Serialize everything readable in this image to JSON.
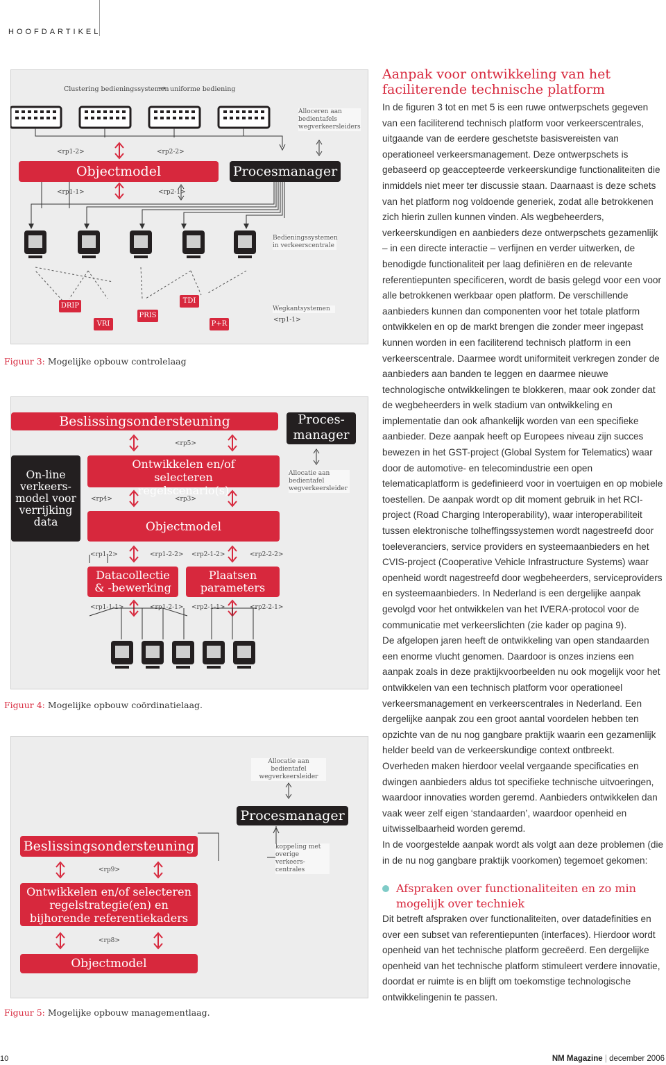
{
  "header": {
    "section_label": "HOOFDARTIKEL"
  },
  "fig3": {
    "clustering_label": "Clustering bedieningssystemen",
    "uniform_label": "uniforme bediening",
    "alloceren_note": "Alloceren aan bedientafels wegverkeersleiders",
    "objectmodel": "Objectmodel",
    "procesmanager": "Procesmanager",
    "rp1_2": "<rp1-2>",
    "rp2_2": "<rp2-2>",
    "rp1_1": "<rp1-1>",
    "rp2_1": "<rp2-1>",
    "bediening_note": "Bedieningssystemen in verkeerscentrale",
    "wegkant_note": "Wegkantsystemen",
    "wegkant_rp": "<rp1-1>",
    "badges": {
      "drip": "DRIP",
      "vri": "VRI",
      "pris": "PRIS",
      "tdi": "TDI",
      "pr": "P+R"
    },
    "caption_prefix": "Figuur 3:",
    "caption_text": "Mogelijke opbouw controlelaag"
  },
  "fig4": {
    "beslissing": "Beslissingsondersteuning",
    "procesmanager": "Proces-manager",
    "allocatie_note": "Allocatie aan bedientafel wegverkeersleider",
    "online_model": "On-line verkeers-model voor verrijking data",
    "rp5": "<rp5>",
    "ontwikkelen": "Ontwikkelen en/of selecteren regelscenario(s)",
    "rp4": "<rp4>",
    "rp3": "<rp3>",
    "objectmodel": "Objectmodel",
    "rp1_2_top": "<rp1-2>",
    "rp1_2_2": "<rp1-2-2>",
    "rp2_1_2": "<rp2-1-2>",
    "rp2_2_2": "<rp2-2-2>",
    "datacollectie": "Datacollectie & -bewerking",
    "plaatsen": "Plaatsen parameters",
    "rp1_1_1": "<rp1-1-1>",
    "rp1_2_1": "<rp1-2-1>",
    "rp2_1_1": "<rp2-1-1>",
    "rp2_2_1": "<rp2-2-1>",
    "caption_prefix": "Figuur 4:",
    "caption_text": "Mogelijke opbouw coördinatielaag."
  },
  "fig5": {
    "allocatie_note": "Allocatie aan bedientafel wegverkeersleider",
    "procesmanager": "Procesmanager",
    "koppeling_note": "koppeling met overige verkeers-centrales",
    "beslissing": "Beslissingsondersteuning",
    "rp9": "<rp9>",
    "ontwikkelen": "Ontwikkelen en/of selecteren regelstrategie(en) en bijhorende referentiekaders",
    "rp8": "<rp8>",
    "objectmodel": "Objectmodel",
    "caption_prefix": "Figuur 5:",
    "caption_text": "Mogelijke opbouw managementlaag."
  },
  "article": {
    "heading": "Aanpak voor ontwikkeling van het faciliterende technische platform",
    "paragraphs": [
      "In de figuren 3 tot en met 5 is een ruwe ontwerpschets gegeven van een faciliterend technisch platform voor verkeerscentrales, uitgaande van de eerdere geschetste basisvereisten van operationeel verkeersmanagement. Deze ontwerpschets is gebaseerd op geaccepteerde verkeerskundige functionaliteiten die inmiddels niet meer ter discussie staan. Daarnaast is deze schets van het platform nog voldoende generiek, zodat alle betrokkenen zich hierin zullen kunnen vinden. Als wegbeheerders, verkeerskundigen en aanbieders deze ontwerpschets gezamenlijk – in een directe interactie – verfijnen en verder uitwerken, de benodigde functionaliteit per laag definiëren en de relevante referentiepunten specificeren, wordt de basis gelegd voor een voor alle betrokkenen werkbaar open platform. De verschillende aanbieders kunnen dan componenten voor het totale platform ontwikkelen en op de markt brengen die zonder meer ingepast kunnen worden in een faciliterend technisch platform in een verkeerscentrale. Daarmee wordt uniformiteit verkregen zonder de aanbieders aan banden te leggen en daarmee nieuwe technologische ontwikkelingen te blokkeren, maar ook zonder dat de wegbeheerders in welk stadium van ontwikkeling en implementatie dan ook afhankelijk worden van een specifieke aanbieder. Deze aanpak heeft op Europees niveau zijn succes bewezen in het GST-project (Global System for Telematics) waar door de automotive- en telecomindustrie een open telematicaplatform is gedefinieerd voor in voertuigen en op mobiele toestellen. De aanpak wordt op dit moment gebruik in het RCI-project (Road Charging Interoperability), waar interoperabiliteit tussen elektronische tolheffingssystemen wordt nagestreefd door toeleveranciers, service providers en systeemaanbieders en het CVIS-project (Cooperative Vehicle Infrastructure Systems) waar openheid wordt nagestreefd door wegbeheerders, serviceproviders en systeemaanbieders. In Nederland is een dergelijke aanpak gevolgd voor het ontwikkelen van het IVERA-protocol voor de communicatie met verkeerslichten (zie kader op pagina 9).",
      "De afgelopen jaren heeft de ontwikkeling van open standaarden een enorme vlucht genomen. Daardoor is onzes inziens een aanpak zoals in deze praktijkvoorbeelden nu ook mogelijk voor het ontwikkelen van een technisch platform voor operationeel verkeersmanagement en verkeerscentrales in Nederland. Een dergelijke aanpak zou een groot aantal voordelen hebben ten opzichte van de nu nog gangbare praktijk waarin een gezamenlijk helder beeld van de verkeerskundige context ontbreekt.",
      "Overheden maken hierdoor veelal vergaande specificaties en dwingen aanbieders aldus tot specifieke technische uitvoeringen, waardoor innovaties worden geremd. Aanbieders ontwikkelen dan vaak weer zelf eigen ‘standaarden’, waardoor openheid en uitwisselbaarheid worden geremd.",
      "In de voorgestelde aanpak wordt als volgt aan deze problemen (die in de nu nog gangbare praktijk voorkomen) tegemoet gekomen:"
    ],
    "bullet_heading": "Afspraken over functionaliteiten en zo min mogelijk over techniek",
    "bullet_text": "Dit betreft afspraken over functionaliteiten, over datadefinities en over een subset van referentiepunten (interfaces). Hierdoor wordt openheid van het technische platform gecreëerd. Een dergelijke openheid van het technische platform stimuleert verdere innovatie, doordat er ruimte is en blijft om toekomstige technologische ontwikkelingenin te passen."
  },
  "footer": {
    "page_number": "10",
    "magazine": "NM Magazine",
    "separator": "|",
    "date": "december 2006"
  }
}
